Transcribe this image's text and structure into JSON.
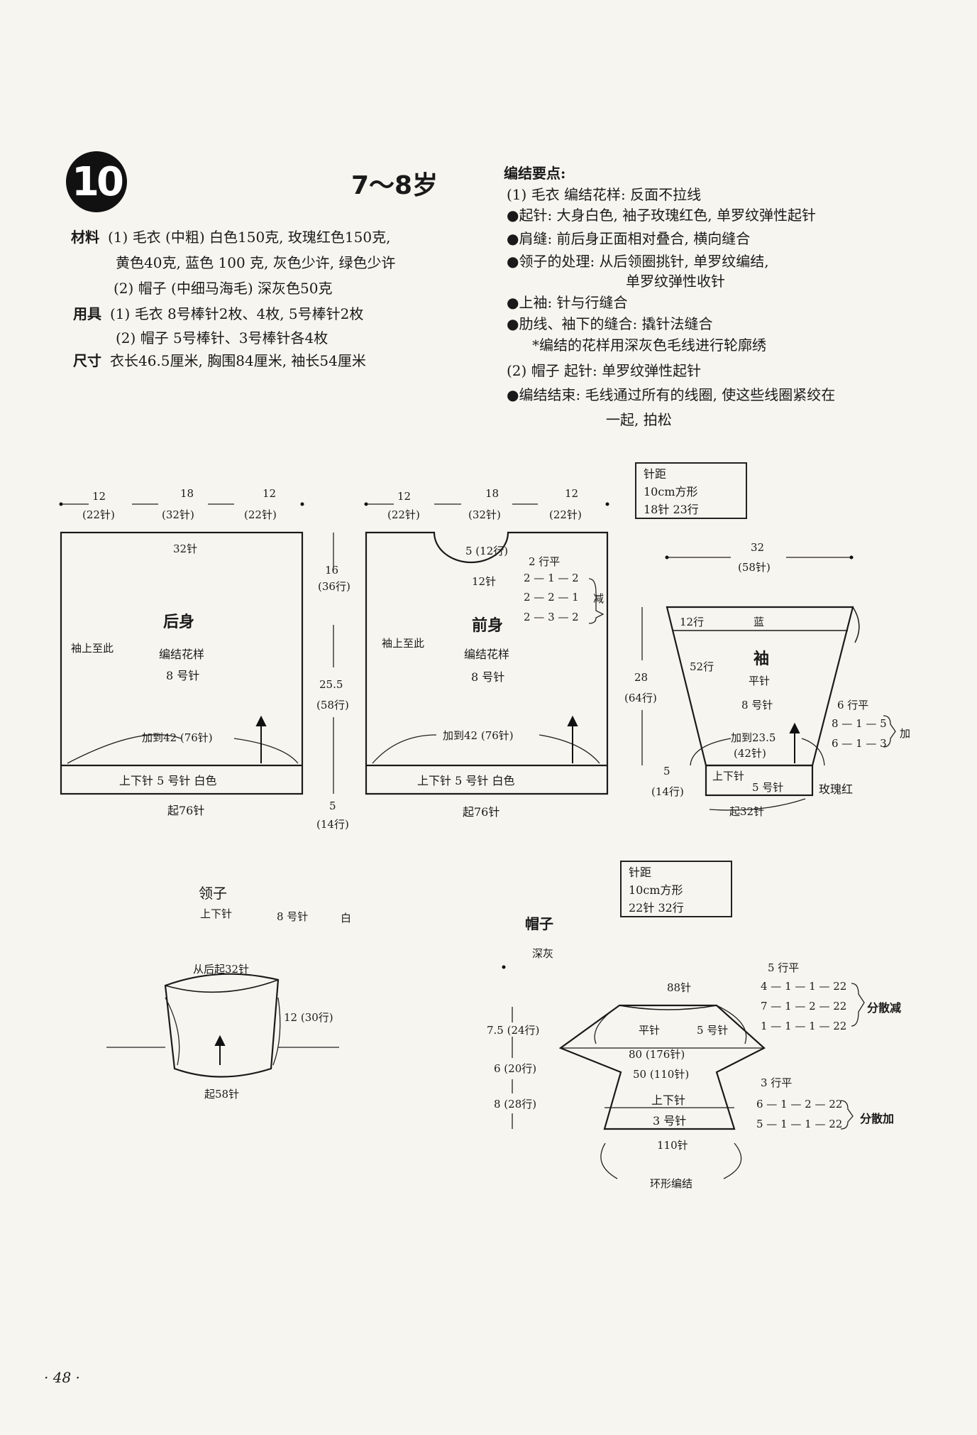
{
  "header": {
    "pattern_number": "10",
    "age": "7～8岁"
  },
  "materials": {
    "label_materials": "材料",
    "mat_line1": "(1) 毛衣  (中粗) 白色150克, 玫瑰红色150克,",
    "mat_line2": "黄色40克, 蓝色 100 克, 灰色少许, 绿色少许",
    "mat_line3": "(2) 帽子  (中细马海毛) 深灰色50克",
    "label_tools": "用具",
    "tool_line1": "(1) 毛衣  8号棒针2枚、4枚, 5号棒针2枚",
    "tool_line2": "(2) 帽子  5号棒针、3号棒针各4枚",
    "label_size": "尺寸",
    "size_line": "衣长46.5厘米, 胸围84厘米, 袖长54厘米"
  },
  "notes": {
    "title": "编结要点:",
    "line1": "(1) 毛衣  编结花样: 反面不拉线",
    "line2": "●起针: 大身白色, 袖子玫瑰红色, 单罗纹弹性起针",
    "line3": "●肩缝: 前后身正面相对叠合, 横向缝合",
    "line4": "●领子的处理: 从后领圈挑针, 单罗纹编结,",
    "line5": "单罗纹弹性收针",
    "line6": "●上袖: 针与行缝合",
    "line7": "●肋线、袖下的缝合: 撬针法缝合",
    "line8": "*编结的花样用深灰色毛线进行轮廓绣",
    "line9": "(2) 帽子  起针: 单罗纹弹性起针",
    "line10": "●编结结束: 毛线通过所有的线圈, 使这些线圈紧绞在",
    "line11": "一起, 拍松"
  },
  "back": {
    "top_w1": "12",
    "top_w1s": "(22针)",
    "top_w2": "18",
    "top_w2s": "(32针)",
    "top_w3": "12",
    "top_w3s": "(22针)",
    "neck": "32针",
    "name": "后身",
    "sleeve_mark": "袖上至此",
    "pattern": "编结花样",
    "needle": "8 号针",
    "increase": "加到42 (76针)",
    "rib": "上下针  5 号针  白色",
    "cast_on": "起76针"
  },
  "front": {
    "top_w1": "12",
    "top_w1s": "(22针)",
    "top_w2": "18",
    "top_w2s": "(32针)",
    "top_w3": "12",
    "top_w3s": "(22针)",
    "neck": "5 (12行)",
    "flat": "2 行平",
    "dec1": "2 — 1 — 2",
    "dec2": "2 — 2 — 1",
    "dec3": "2 — 3 — 2",
    "dec_label": "减",
    "neck_st": "12针",
    "name": "前身",
    "sleeve_mark": "袖上至此",
    "pattern": "编结花样",
    "needle": "8 号针",
    "increase": "加到42 (76针)",
    "rib": "上下针  5 号针  白色",
    "cast_on": "起76针"
  },
  "body_dims": {
    "h1": "16",
    "h1s": "(36行)",
    "h2": "25.5",
    "h2s": "(58行)",
    "h3": "5",
    "h3s": "(14行)"
  },
  "gauge1": {
    "title": "针距",
    "line1": "10cm方形",
    "line2": "18针  23行"
  },
  "sleeve": {
    "width": "32",
    "width_s": "(58针)",
    "top_rows": "12行",
    "top_color": "蓝",
    "name": "袖",
    "rows": "52行",
    "stitch": "平针",
    "needle": "8 号针",
    "increase": "加到23.5",
    "increase_s": "(42针)",
    "flat": "6 行平",
    "inc1": "8 — 1 — 5",
    "inc2": "6 — 1 — 3",
    "inc_label": "加",
    "h": "28",
    "hs": "(64行)",
    "cuff_h": "5",
    "cuff_hs": "(14行)",
    "rib": "上下针",
    "rib_needle": "5 号针",
    "rib_color": "玫瑰红",
    "cast_on": "起32针"
  },
  "collar": {
    "title": "领子",
    "desc": "上下针",
    "needle": "8 号针",
    "color": "白",
    "pickup": "从后起32针",
    "height": "12 (30行)",
    "cast_on": "起58针"
  },
  "gauge2": {
    "title": "针距",
    "line1": "10cm方形",
    "line2": "22针  32行"
  },
  "hat": {
    "title": "帽子",
    "color": "深灰",
    "top_st": "88针",
    "flat_top": "5 行平",
    "dec1": "4 — 1 — 1 — 22",
    "dec2": "7 — 1 — 2 — 22",
    "dec3": "1 — 1 — 1 — 22",
    "dec_label": "分散减",
    "h1": "7.5 (24行)",
    "h2": "6 (20行)",
    "h3": "8 (28行)",
    "stitch": "平针",
    "needle": "5 号针",
    "w1": "80 (176针)",
    "w2": "50 (110针)",
    "flat_mid": "3 行平",
    "inc1": "6 — 1 — 2 — 22",
    "inc2": "5 — 1 — 1 — 22",
    "inc_label": "分散加",
    "rib": "上下针",
    "rib_needle": "3 号针",
    "bottom_st": "110针",
    "round": "环形编结"
  },
  "page_number": "· 48 ·"
}
